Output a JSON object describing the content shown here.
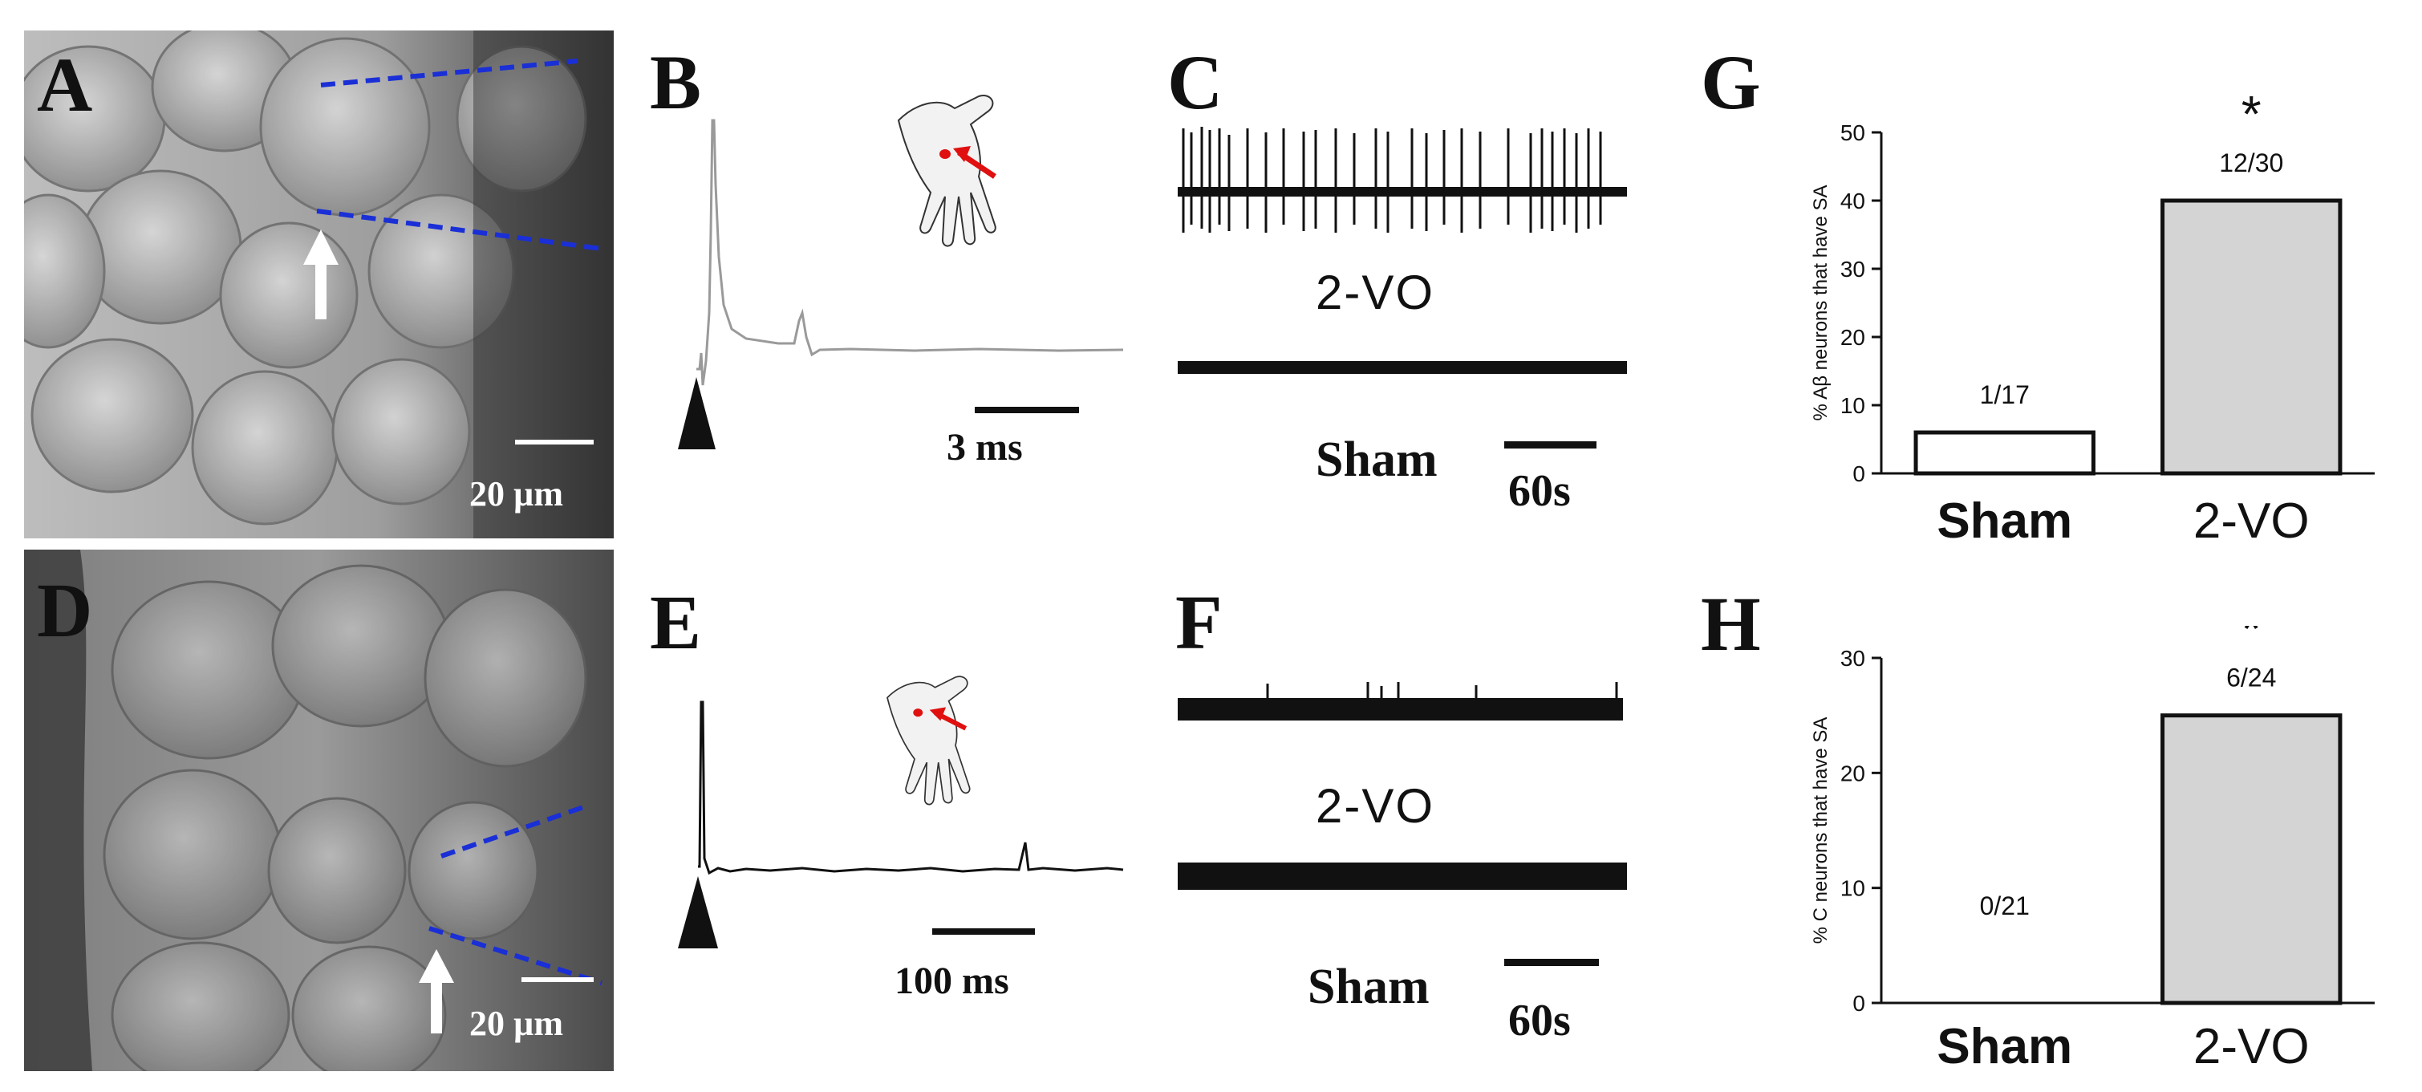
{
  "panels": {
    "A": {
      "letter": "A",
      "scalebar": "20 µm"
    },
    "B": {
      "letter": "B",
      "scalebar": "3 ms"
    },
    "C": {
      "letter": "C",
      "group_top": "2-VO",
      "group_bottom": "Sham",
      "scalebar": "60s"
    },
    "D": {
      "letter": "D",
      "scalebar": "20 µm"
    },
    "E": {
      "letter": "E",
      "scalebar": "100 ms"
    },
    "F": {
      "letter": "F",
      "group_top": "2-VO",
      "group_bottom": "Sham",
      "scalebar": "60s"
    },
    "G": {
      "letter": "G"
    },
    "H": {
      "letter": "H"
    }
  },
  "colors": {
    "trace_gray": "#9a9a9a",
    "trace_black": "#111111",
    "dash_blue": "#1a2fd6",
    "bar_sham": "#ffffff",
    "bar_2vo": "#d4d4d4",
    "arrow_red": "#e01010"
  },
  "chart_data": [
    {
      "panel": "G",
      "type": "bar",
      "categories": [
        "Sham",
        "2-VO"
      ],
      "values": [
        6,
        40
      ],
      "bar_labels": [
        "1/17",
        "12/30"
      ],
      "significance": [
        "",
        "*"
      ],
      "ylabel": "% Aβ  neurons that have SA",
      "ylim": [
        0,
        50
      ],
      "yticks": [
        0,
        10,
        20,
        30,
        40,
        50
      ]
    },
    {
      "panel": "H",
      "type": "bar",
      "categories": [
        "Sham",
        "2-VO"
      ],
      "values": [
        0,
        25
      ],
      "bar_labels": [
        "0/21",
        "6/24"
      ],
      "significance": [
        "",
        "*"
      ],
      "ylabel": "% C neurons that have SA",
      "ylim": [
        0,
        30
      ],
      "yticks": [
        0,
        10,
        20,
        30
      ]
    }
  ]
}
